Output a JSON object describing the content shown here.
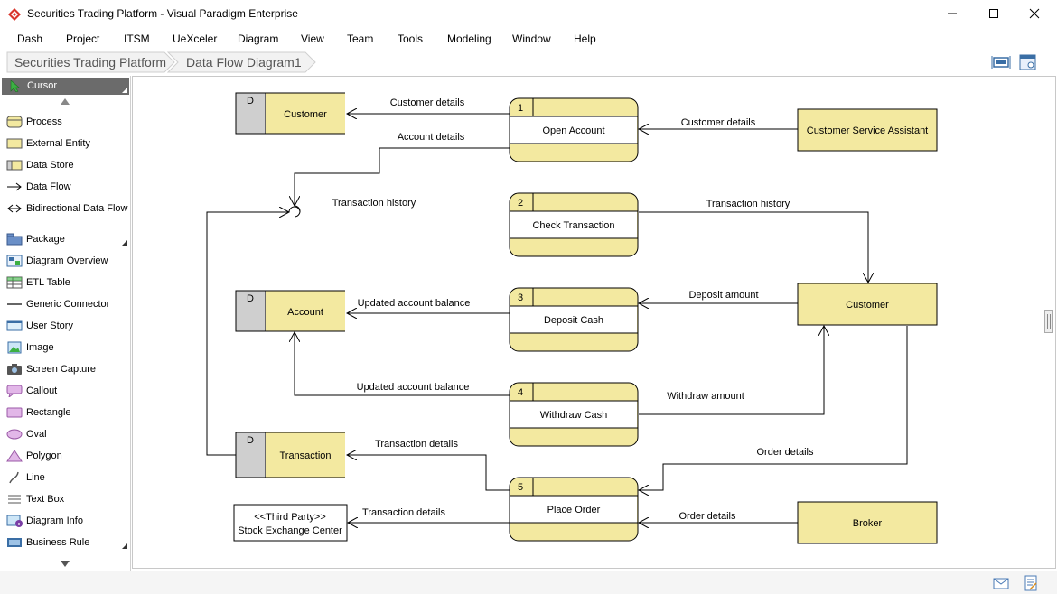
{
  "window": {
    "title": "Securities Trading Platform - Visual Paradigm Enterprise",
    "controls": [
      "minimize-icon",
      "maximize-icon",
      "close-icon"
    ]
  },
  "menu": [
    "Dash",
    "Project",
    "ITSM",
    "UeXceler",
    "Diagram",
    "View",
    "Team",
    "Tools",
    "Modeling",
    "Window",
    "Help"
  ],
  "breadcrumb": [
    "Securities Trading Platform",
    "Data Flow Diagram1"
  ],
  "palette": {
    "selected": "Cursor",
    "items": [
      "Process",
      "External Entity",
      "Data Store",
      "Data Flow",
      "Bidirectional Data Flow",
      "Package",
      "Diagram Overview",
      "ETL Table",
      "Generic Connector",
      "User Story",
      "Image",
      "Screen Capture",
      "Callout",
      "Rectangle",
      "Oval",
      "Polygon",
      "Line",
      "Text Box",
      "Diagram Info",
      "Business Rule"
    ]
  },
  "colors": {
    "shape_fill": "#f3e9a0",
    "store_id_fill": "#cfcfcf",
    "line": "#000000",
    "palette_selected": "#6b6b6b"
  },
  "diagram": {
    "processes": [
      {
        "id": "1",
        "name": "Open Account"
      },
      {
        "id": "2",
        "name": "Check Transaction"
      },
      {
        "id": "3",
        "name": "Deposit Cash"
      },
      {
        "id": "4",
        "name": "Withdraw Cash"
      },
      {
        "id": "5",
        "name": "Place Order"
      }
    ],
    "stores": [
      {
        "id": "D",
        "name": "Customer"
      },
      {
        "id": "D",
        "name": "Account"
      },
      {
        "id": "D",
        "name": "Transaction"
      }
    ],
    "entities": {
      "csa": "Customer Service Assistant",
      "customer": "Customer",
      "broker": "Broker",
      "exchange_stereotype": "<<Third Party>>",
      "exchange_name": "Stock Exchange Center"
    },
    "flows": {
      "f1": "Customer details",
      "f2": "Customer details",
      "f3": "Account details",
      "f4": "Transaction history",
      "f5": "Transaction history",
      "f6": "Updated account balance",
      "f7": "Deposit amount",
      "f8": "Updated account balance",
      "f9": "Withdraw amount",
      "f10": "Transaction details",
      "f11": "Order details",
      "f12": "Transaction details",
      "f13": "Order details"
    }
  }
}
